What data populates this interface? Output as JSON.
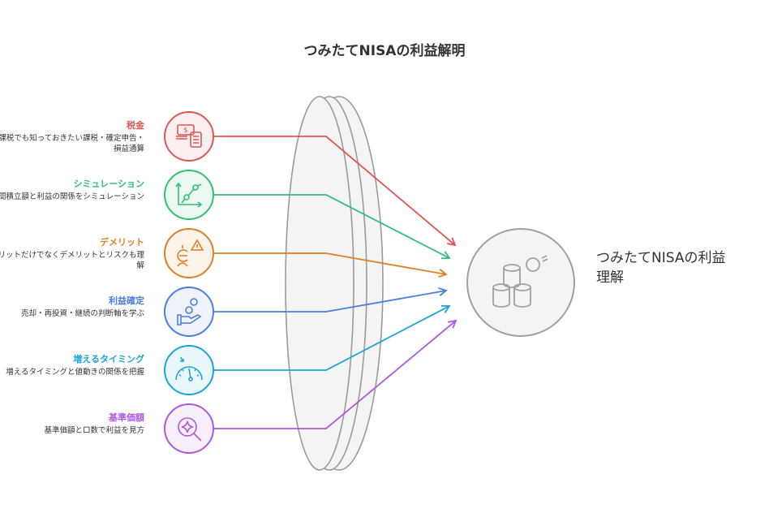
{
  "title": "つみたてNISAの利益解明",
  "items": [
    {
      "heading": "税金",
      "desc": "非課税でも知っておきたい課税・確定申告・損益通算",
      "color": "#e05555",
      "icon": "money-calculator-icon"
    },
    {
      "heading": "シミュレーション",
      "desc": "年間積立額と利益の関係をシミュレーション",
      "color": "#2fbf76",
      "icon": "line-chart-icon"
    },
    {
      "heading": "デメリット",
      "desc": "メリットだけでなくデメリットとリスクも理解",
      "color": "#e07f25",
      "icon": "risk-warning-icon"
    },
    {
      "heading": "利益確定",
      "desc": "売却・再投資・継続の判断軸を学ぶ",
      "color": "#4a7fe0",
      "icon": "hand-coins-icon"
    },
    {
      "heading": "増えるタイミング",
      "desc": "増えるタイミングと値動きの関係を把握",
      "color": "#1aa6d6",
      "icon": "gauge-icon"
    },
    {
      "heading": "基準価額",
      "desc": "基準価額と口数で利益を見方",
      "color": "#b057e0",
      "icon": "magnifier-icon"
    }
  ],
  "result": {
    "label": "つみたてNISAの利益理解",
    "icon": "coins-stack-icon"
  }
}
